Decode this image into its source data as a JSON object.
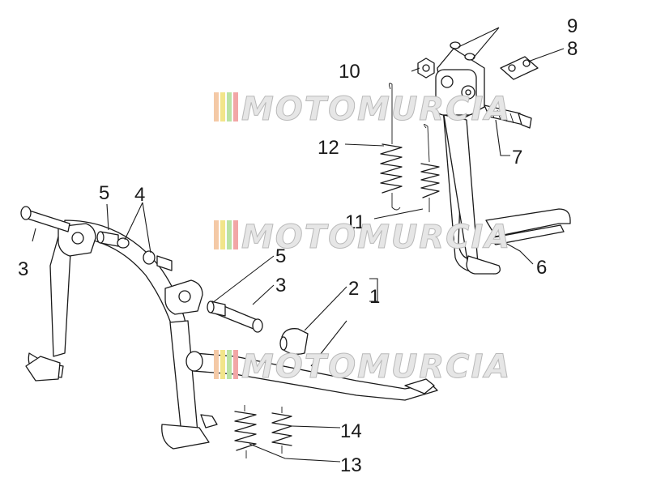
{
  "watermark": {
    "text": "MOTOMURCIA",
    "stripe_colors": [
      "#f4c9a6",
      "#f2e58a",
      "#b9e2a4",
      "#f2a6a6"
    ]
  },
  "callouts": [
    {
      "id": "1",
      "label": "1"
    },
    {
      "id": "2",
      "label": "2"
    },
    {
      "id": "3a",
      "label": "3"
    },
    {
      "id": "3b",
      "label": "3"
    },
    {
      "id": "4",
      "label": "4"
    },
    {
      "id": "5a",
      "label": "5"
    },
    {
      "id": "5b",
      "label": "5"
    },
    {
      "id": "6",
      "label": "6"
    },
    {
      "id": "7",
      "label": "7"
    },
    {
      "id": "8",
      "label": "8"
    },
    {
      "id": "9",
      "label": "9"
    },
    {
      "id": "10",
      "label": "10"
    },
    {
      "id": "11",
      "label": "11"
    },
    {
      "id": "12",
      "label": "12"
    },
    {
      "id": "13",
      "label": "13"
    },
    {
      "id": "14",
      "label": "14"
    }
  ]
}
